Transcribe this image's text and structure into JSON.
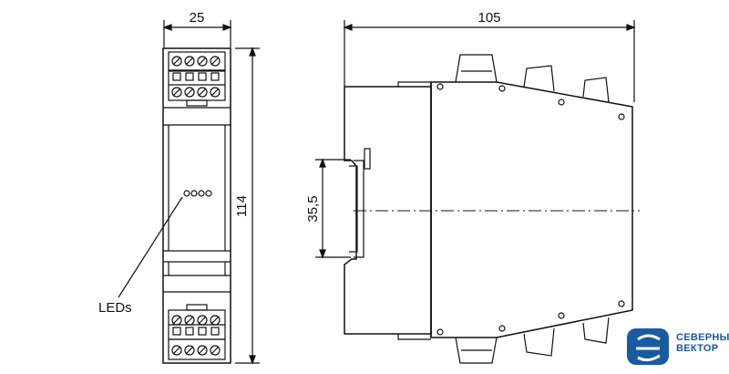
{
  "front_view": {
    "width_dim": "25",
    "height_dim": "114",
    "leds_label": "LEDs"
  },
  "side_view": {
    "depth_dim": "105",
    "rail_dim": "35,5"
  },
  "logo": {
    "line1": "СЕВЕРНЫЙ",
    "line2": "ВЕКТОР",
    "color": "#1a5aa0"
  }
}
